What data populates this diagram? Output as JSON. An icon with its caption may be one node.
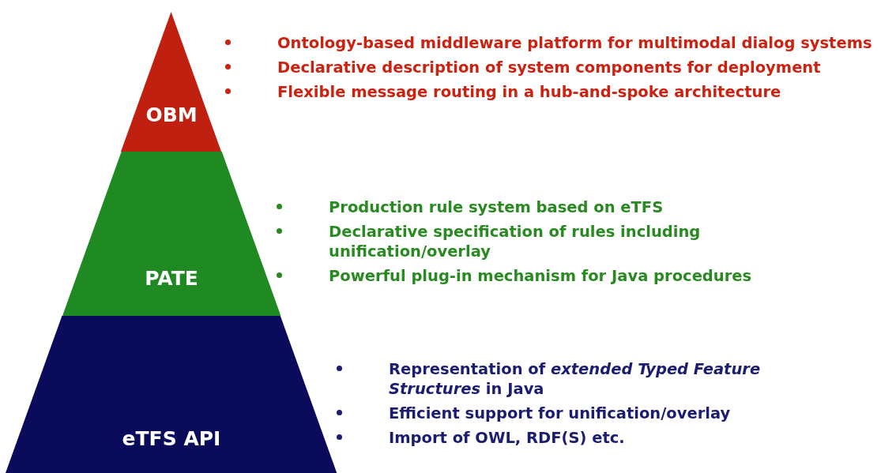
{
  "diagram": {
    "nodes": [
      {
        "text": [
          "OBM"
        ],
        "beside": [
          "Ontology-based middleware platform for multimodal dialog systems",
          "Declarative description of system components for deployment",
          "Flexible message routing in a hub-and-spoke architecture"
        ]
      },
      {
        "text": [
          "PATE"
        ],
        "beside": [
          "Production rule system based on eTFS",
          "Declarative specification of rules including unification/overlay",
          "Powerful plug-in mechanism for Java procedures"
        ]
      },
      {
        "text": [
          "eTFS API"
        ],
        "beside": [
          "Representation of *extended Typed Feature Structures* in Java",
          "Efficient support for unification/overlay",
          "Import of OWL, RDF(S) etc."
        ]
      }
    ],
    "edges": []
  }
}
